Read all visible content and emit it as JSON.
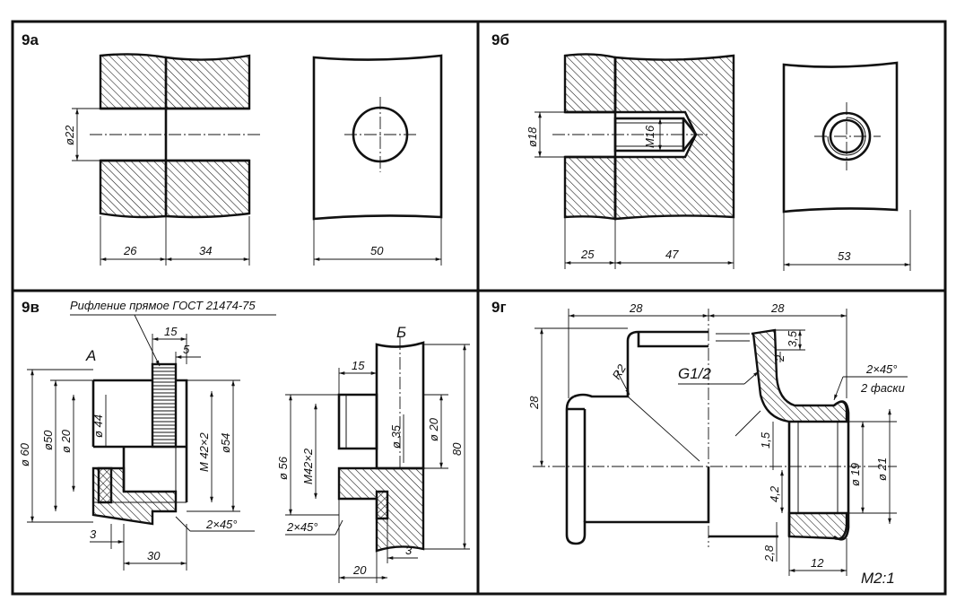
{
  "panels": {
    "a": {
      "label": "9а",
      "dims": {
        "d_hole": "ø22",
        "len1": "26",
        "len2": "34",
        "width": "50"
      }
    },
    "b": {
      "label": "9б",
      "dims": {
        "d_hole": "ø18",
        "thread": "M16",
        "len1": "25",
        "len2": "47",
        "width": "53"
      }
    },
    "v": {
      "label": "9в",
      "note": "Рифление прямое ГОСТ 21474-75",
      "view_a": "А",
      "view_b": "Б",
      "dims_a": {
        "d60": "ø 60",
        "d50": "ø50",
        "d20": "ø 20",
        "d44": "ø 44",
        "m42": "M 42×2",
        "d54": "ø54",
        "w15": "15",
        "w5": "5",
        "w3": "3",
        "w30": "30",
        "chamfer": "2×45°"
      },
      "dims_b": {
        "w15": "15",
        "d56": "ø 56",
        "m42": "M42×2",
        "d35": "ø 35",
        "d20": "ø 20",
        "h80": "80",
        "chamfer": "2×45°",
        "w20": "20",
        "w3": "3"
      }
    },
    "g": {
      "label": "9г",
      "dims": {
        "top_left": "28",
        "top_right": "28",
        "h28": "28",
        "r2": "R2",
        "thread": "G1/2",
        "d35": "3,5",
        "d2": "2",
        "chamfer": "2×45°",
        "chamfer_note": "2 фаски",
        "d15": "1,5",
        "d19": "ø 19",
        "d21": "ø 21",
        "d42": "4,2",
        "d28": "2,8",
        "w12": "12"
      },
      "scale": "M2:1"
    }
  }
}
